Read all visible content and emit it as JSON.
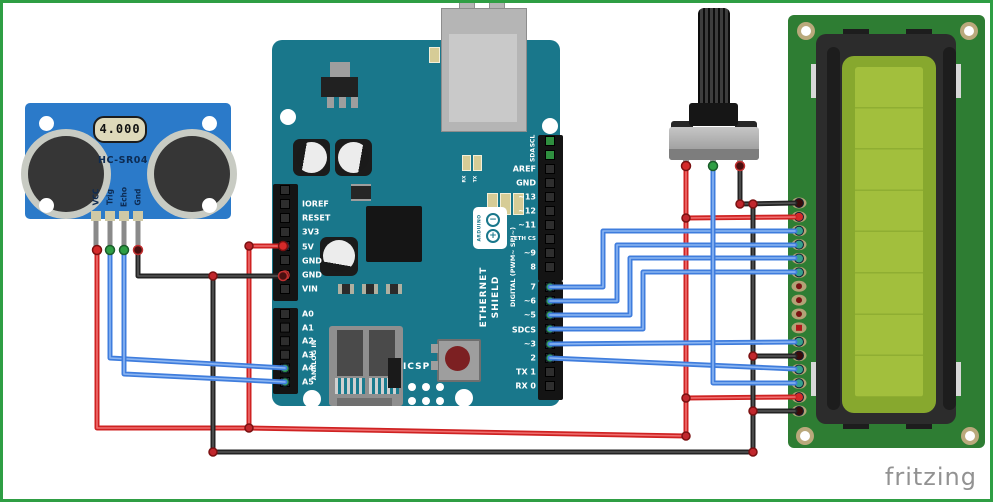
{
  "colors": {
    "frame": "#2f9e44",
    "background": "#ffffff",
    "arduino_board": "#19778b",
    "hcsr04_board": "#2b7ac9",
    "lcd_pcb": "#2e7d33",
    "lcd_screen": "#87a82e",
    "lcd_screen_inner": "#a2bf3d",
    "lcd_bezel": "#2c2c2c",
    "wire_red": "#cf2222",
    "wire_blue": "#3f7ddd",
    "wire_black": "#232323",
    "terminal_green": "#2f9e44",
    "terminal_red": "#d42a2a",
    "terminal_dark": "#4a0f0f",
    "junction": "#c1272d",
    "pad_tan": "#b3a276",
    "watermark": "#929292"
  },
  "ultrasonic": {
    "part_label": "HC-SR04",
    "crystal_label": "4.000",
    "pin_labels": [
      "VCC",
      "Trig",
      "Echo",
      "Gnd"
    ]
  },
  "arduino": {
    "brand_label": "ARDUINO",
    "shield_label_top": "ETHERNET",
    "shield_label_bottom": "SHIELD",
    "digital_header_label": "DIGITAL (PWM~ SPI~)",
    "analog_header_label": "ANALOG IN",
    "icsp_label": "ICSP",
    "led_labels": [
      "RX",
      "TX"
    ],
    "power_pin_labels": [
      "IOREF",
      "RESET",
      "3V3",
      "5V",
      "GND",
      "GND",
      "VIN"
    ],
    "analog_pin_labels": [
      "A0",
      "A1",
      "A2",
      "A3",
      "A4",
      "A5"
    ],
    "i2c_pin_labels": [
      "SCL",
      "SDA"
    ],
    "digital_top_pin_labels": [
      "AREF",
      "GND",
      "~13",
      "~12",
      "~11",
      "ETH CS",
      "~9",
      "8"
    ],
    "digital_bottom_pin_labels": [
      "7",
      "~6",
      "~5",
      "SDCS",
      "~3",
      "2",
      "TX 1",
      "RX 0"
    ]
  },
  "lcd": {
    "pin_dot_colors": [
      "#3a0c0c",
      "#d42a2a",
      "#35a08c",
      "#35a08c",
      "#35a08c",
      "#35a08c",
      "nc",
      "nc",
      "nc",
      "nc-square",
      "#35a08c",
      "#3a0c0c",
      "#35a08c",
      "#35a08c",
      "#d42a2a",
      "#3a0c0c"
    ]
  },
  "watermark": {
    "label": "fritzing"
  },
  "connections": [
    {
      "from": "HC-SR04 VCC",
      "to": "5V rail",
      "color": "red"
    },
    {
      "from": "HC-SR04 Trig",
      "to": "Arduino A4",
      "color": "blue"
    },
    {
      "from": "HC-SR04 Echo",
      "to": "Arduino A5",
      "color": "blue"
    },
    {
      "from": "HC-SR04 Gnd",
      "to": "Arduino GND",
      "color": "black"
    },
    {
      "from": "Arduino 5V",
      "to": "5V rail",
      "color": "red"
    },
    {
      "from": "Arduino GND",
      "to": "ground rail",
      "color": "black"
    },
    {
      "from": "Arduino 7",
      "to": "LCD D7",
      "color": "blue"
    },
    {
      "from": "Arduino ~6",
      "to": "LCD D6",
      "color": "blue"
    },
    {
      "from": "Arduino ~5",
      "to": "LCD D5",
      "color": "blue"
    },
    {
      "from": "Arduino SDCS",
      "to": "LCD D4",
      "color": "blue"
    },
    {
      "from": "Arduino ~3",
      "to": "LCD E",
      "color": "blue"
    },
    {
      "from": "Arduino 2",
      "to": "LCD RS",
      "color": "blue"
    },
    {
      "from": "Potentiometer pin 1",
      "to": "5V rail / LCD VDD / LCD A",
      "color": "red"
    },
    {
      "from": "Potentiometer wiper",
      "to": "LCD V0",
      "color": "blue"
    },
    {
      "from": "Potentiometer pin 3",
      "to": "ground rail / LCD RW / LCD VSS / LCD K",
      "color": "black"
    }
  ]
}
